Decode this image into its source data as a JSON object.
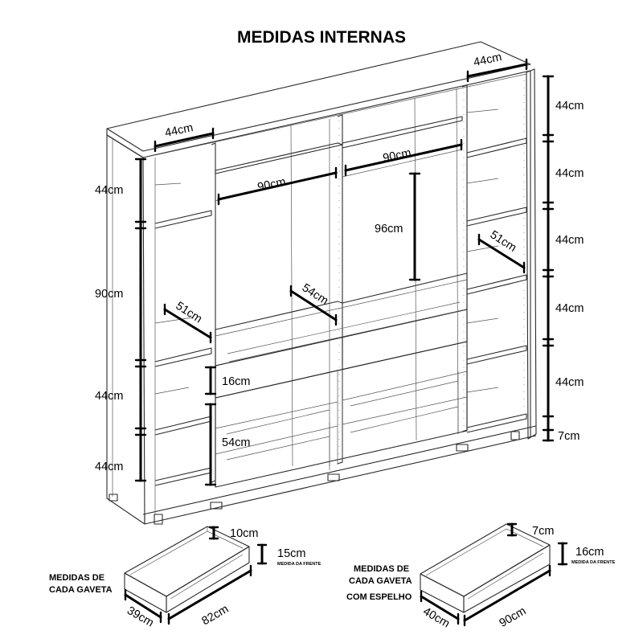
{
  "title": "MEDIDAS INTERNAS",
  "wardrobe": {
    "top_left_depth": "44cm",
    "top_right_depth": "44cm",
    "left_upper_width": "90cm",
    "right_upper_width": "90cm",
    "right_niche_height": "96cm",
    "left_shelf_depth": "51cm",
    "right_shelf_depth": "51cm",
    "center_shelf_depth": "54cm",
    "drawer_height_small": "16cm",
    "drawer_height_large": "54cm",
    "left_heights": [
      "44cm",
      "90cm",
      "44cm",
      "44cm"
    ],
    "right_heights": [
      "44cm",
      "44cm",
      "44cm",
      "44cm",
      "44cm",
      "7cm"
    ]
  },
  "drawer_plain": {
    "caption": [
      "MEDIDAS DE",
      "CADA GAVETA"
    ],
    "inner_height": "10cm",
    "front_height": "15cm",
    "front_note": "MEDIDA DA FRENTE",
    "depth": "39cm",
    "width": "82cm"
  },
  "drawer_mirror": {
    "caption": [
      "MEDIDAS DE",
      "CADA GAVETA",
      "COM ESPELHO"
    ],
    "inner_height": "7cm",
    "front_height": "16cm",
    "front_note": "MEDIDA DA FRENTE",
    "depth": "40cm",
    "width": "90cm"
  }
}
